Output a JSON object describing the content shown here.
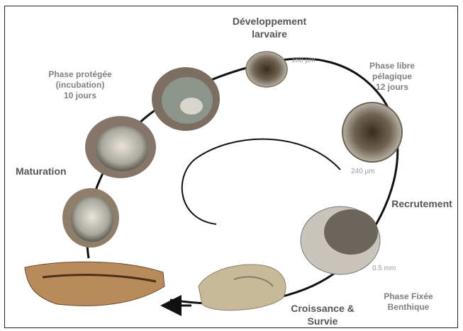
{
  "stages": {
    "larval_development": "Développement\nlarvaire",
    "free_phase": "Phase libre\npélagique\n12 jours",
    "recruitment": "Recrutement",
    "fixed_phase": "Phase Fixée\nBenthique",
    "growth": "Croissance &\nSurvie",
    "maturation": "Maturation",
    "protected_phase": "Phase protégée\n(incubation)\n10 jours"
  },
  "sizes": {
    "larva_small": "160 µm",
    "larva_large": "240 µm",
    "spat": "0.5 mm"
  },
  "colors": {
    "cycle_line": "#111111",
    "label_dark": "#555555",
    "label_grey": "#808080"
  }
}
